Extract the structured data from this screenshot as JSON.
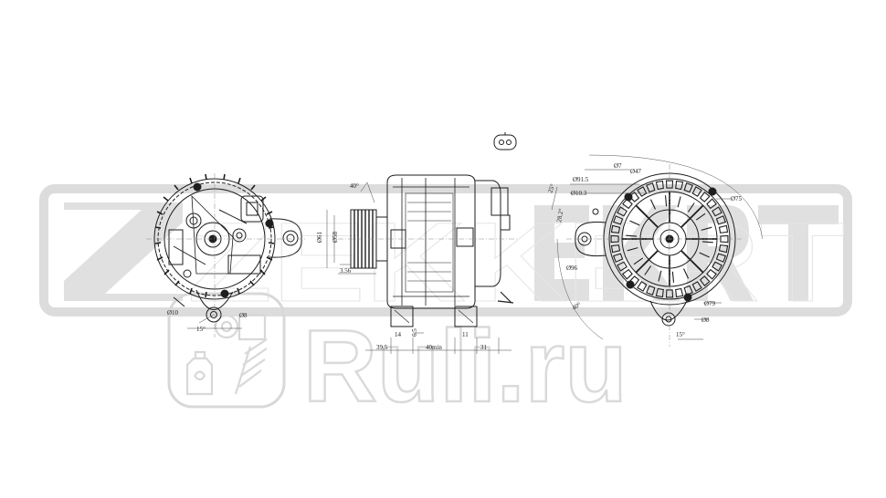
{
  "watermarks": {
    "brand": "ZEKKERT",
    "site": "Ruli.ru"
  },
  "colors": {
    "drawing": "#1e1e1e",
    "watermark": "#e2e2e2",
    "watermark_outline": "#d6d6d6"
  },
  "dims": {
    "front": {
      "d_mount": "Ø10",
      "angle": "15°",
      "d_hole": "Ø8"
    },
    "side": {
      "angle": "40°",
      "d_pulley": "Ø61",
      "d_pulley_groove": "Ø58",
      "pulley_offset": "3.56",
      "w1": "14",
      "w2": "6.5",
      "w_flange": "39.5",
      "w_body": "40min",
      "w_tail": "11",
      "w_conn": "31"
    },
    "rear": {
      "d1": "Ø7",
      "d2": "Ø47",
      "d3": "Ø91.5",
      "d4": "Ø10.3",
      "a1": "25°",
      "a2": "28.2°",
      "d5": "Ø75",
      "d6": "Ø96",
      "d7": "Ø79",
      "d8": "Ø8",
      "a3": "15°",
      "a4": "40°"
    }
  }
}
